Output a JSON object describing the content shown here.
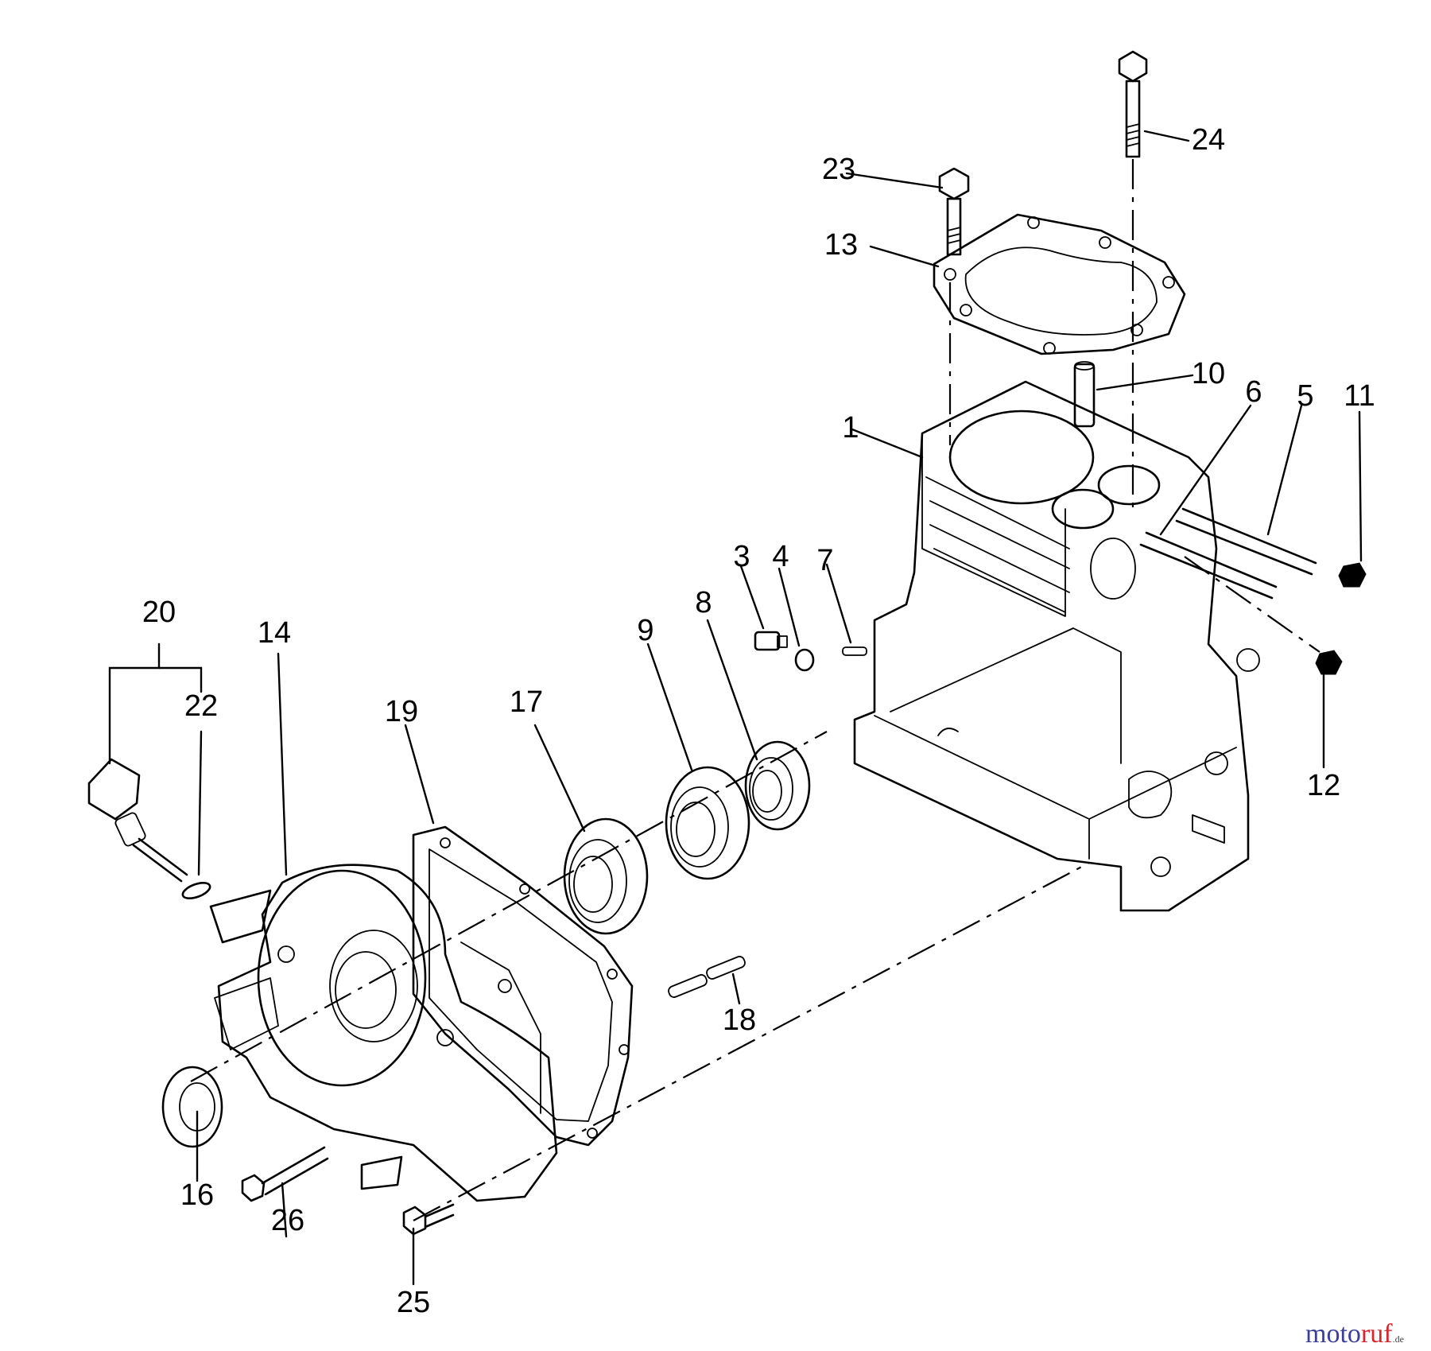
{
  "callouts": {
    "c1": "1",
    "c3": "3",
    "c4": "4",
    "c5": "5",
    "c6": "6",
    "c7": "7",
    "c8": "8",
    "c9": "9",
    "c10": "10",
    "c11": "11",
    "c12": "12",
    "c13": "13",
    "c14": "14",
    "c16": "16",
    "c17": "17",
    "c18": "18",
    "c19": "19",
    "c20": "20",
    "c22": "22",
    "c23": "23",
    "c24": "24",
    "c25": "25",
    "c26": "26"
  },
  "watermark": {
    "part1": "moto",
    "part2": "ruf",
    "tld": ".de"
  }
}
